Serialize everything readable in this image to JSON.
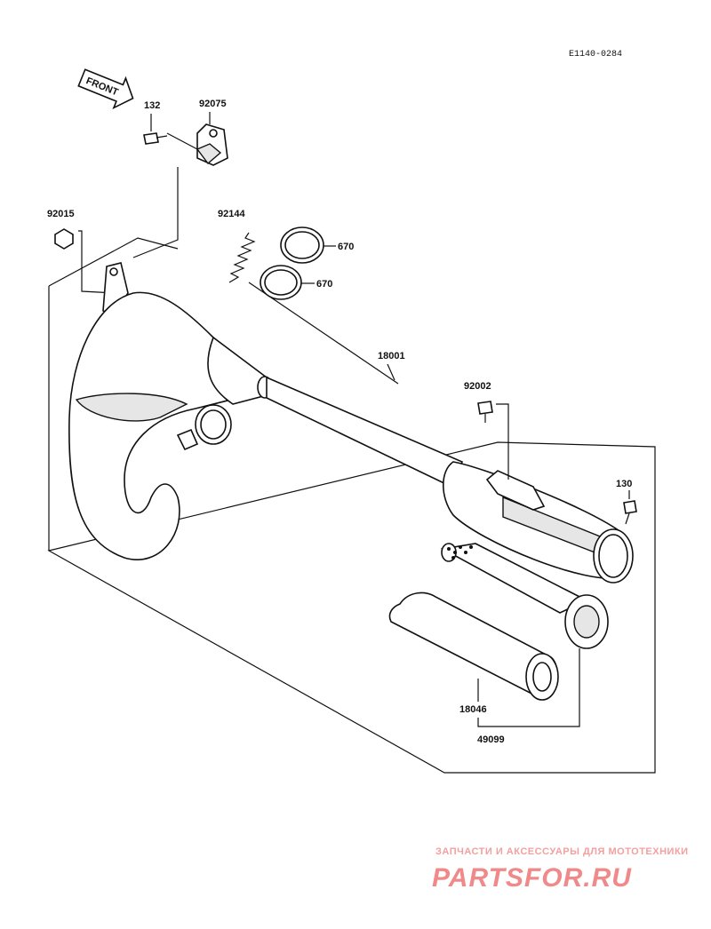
{
  "diagram": {
    "code": "E1140-0284",
    "front_label": "FRONT",
    "parts": [
      {
        "id": "132",
        "name": "bolt"
      },
      {
        "id": "92075",
        "name": "damper-bracket"
      },
      {
        "id": "92015",
        "name": "nut"
      },
      {
        "id": "92144",
        "name": "spring"
      },
      {
        "id": "670",
        "name": "o-ring-upper"
      },
      {
        "id": "670",
        "name": "o-ring-lower"
      },
      {
        "id": "18001",
        "name": "expansion-chamber"
      },
      {
        "id": "92002",
        "name": "bolt"
      },
      {
        "id": "130",
        "name": "bolt"
      },
      {
        "id": "18046",
        "name": "silencer-packing"
      },
      {
        "id": "49099",
        "name": "silencer-pipe"
      }
    ]
  },
  "watermark": {
    "line1": "ЗАПЧАСТИ И АКСЕССУАРЫ ДЛЯ МОТОТЕХНИКИ",
    "line2": "PARTSFOR.RU"
  }
}
